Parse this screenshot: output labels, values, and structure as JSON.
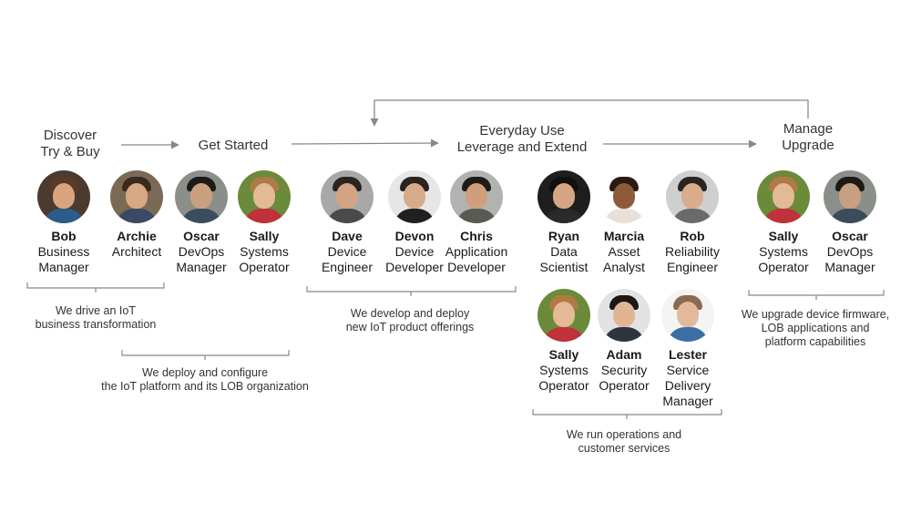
{
  "stages": {
    "discover": "Discover\nTry & Buy",
    "get_started": "Get Started",
    "everyday": "Everyday Use\nLeverage and Extend",
    "manage": "Manage\nUpgrade"
  },
  "people": [
    {
      "name": "Bob",
      "role": "Business\nManager",
      "bg": "#4a3a30",
      "skin": "#d9a47f",
      "hair": "#5a3a22",
      "shirt": "#2c5d8a"
    },
    {
      "name": "Archie",
      "role": "Architect",
      "bg": "#7a6a55",
      "skin": "#d7a882",
      "hair": "#3a2a1e",
      "shirt": "#3a4a66"
    },
    {
      "name": "Oscar",
      "role": "DevOps\nManager",
      "bg": "#8b8f8a",
      "skin": "#c9a07f",
      "hair": "#1e1a18",
      "shirt": "#3b4d5c"
    },
    {
      "name": "Sally",
      "role": "Systems\nOperator",
      "bg": "#6b8a3a",
      "skin": "#e3b996",
      "hair": "#b07a45",
      "shirt": "#c0313a"
    },
    {
      "name": "Dave",
      "role": "Device\nEngineer",
      "bg": "#a8a8a8",
      "skin": "#d3a482",
      "hair": "#2b2320",
      "shirt": "#4a4a4a"
    },
    {
      "name": "Devon",
      "role": "Device\nDeveloper",
      "bg": "#e6e6e6",
      "skin": "#d8ab88",
      "hair": "#2a2320",
      "shirt": "#202020"
    },
    {
      "name": "Chris",
      "role": "Application\nDeveloper",
      "bg": "#b0b3b0",
      "skin": "#cf9f7c",
      "hair": "#1f1b19",
      "shirt": "#5a5a55"
    },
    {
      "name": "Ryan",
      "role": "Data\nScientist",
      "bg": "#1e1e1e",
      "skin": "#d6a583",
      "hair": "#120f0e",
      "shirt": "#2a2a2a"
    },
    {
      "name": "Marcia",
      "role": "Asset\nAnalyst",
      "bg": "#ffffff",
      "skin": "#8d5a3a",
      "hair": "#2a1a12",
      "shirt": "#e8e0d8"
    },
    {
      "name": "Rob",
      "role": "Reliability\nEngineer",
      "bg": "#cfcfcf",
      "skin": "#d9ac8c",
      "hair": "#2b2522",
      "shirt": "#6a6a6a"
    },
    {
      "name": "Sally",
      "role": "Systems\nOperator",
      "bg": "#6b8a3a",
      "skin": "#e3b996",
      "hair": "#b07a45",
      "shirt": "#c0313a"
    },
    {
      "name": "Adam",
      "role": "Security\nOperator",
      "bg": "#e2e2e2",
      "skin": "#e0b594",
      "hair": "#1a1716",
      "shirt": "#2e3440"
    },
    {
      "name": "Lester",
      "role": "Service\nDelivery\nManager",
      "bg": "#f4f4f4",
      "skin": "#e4b89a",
      "hair": "#8a6a52",
      "shirt": "#3a6ea5"
    },
    {
      "name": "Sally",
      "role": "Systems\nOperator",
      "bg": "#6b8a3a",
      "skin": "#e3b996",
      "hair": "#b07a45",
      "shirt": "#c0313a"
    },
    {
      "name": "Oscar",
      "role": "DevOps\nManager",
      "bg": "#8b8f8a",
      "skin": "#c9a07f",
      "hair": "#1e1a18",
      "shirt": "#3b4d5c"
    }
  ],
  "captions": {
    "iot_transform": "We drive an IoT\nbusiness transformation",
    "deploy_configure": "We deploy and configure\nthe IoT platform and its LOB organization",
    "develop_deploy": "We develop and deploy\nnew IoT product offerings",
    "run_operations": "We run operations and\ncustomer services",
    "upgrade": "We upgrade device firmware,\nLOB applications and\nplatform capabilities"
  },
  "colors": {
    "arrow": "#888888",
    "bracket": "#888888",
    "text": "#1a1a1a"
  }
}
